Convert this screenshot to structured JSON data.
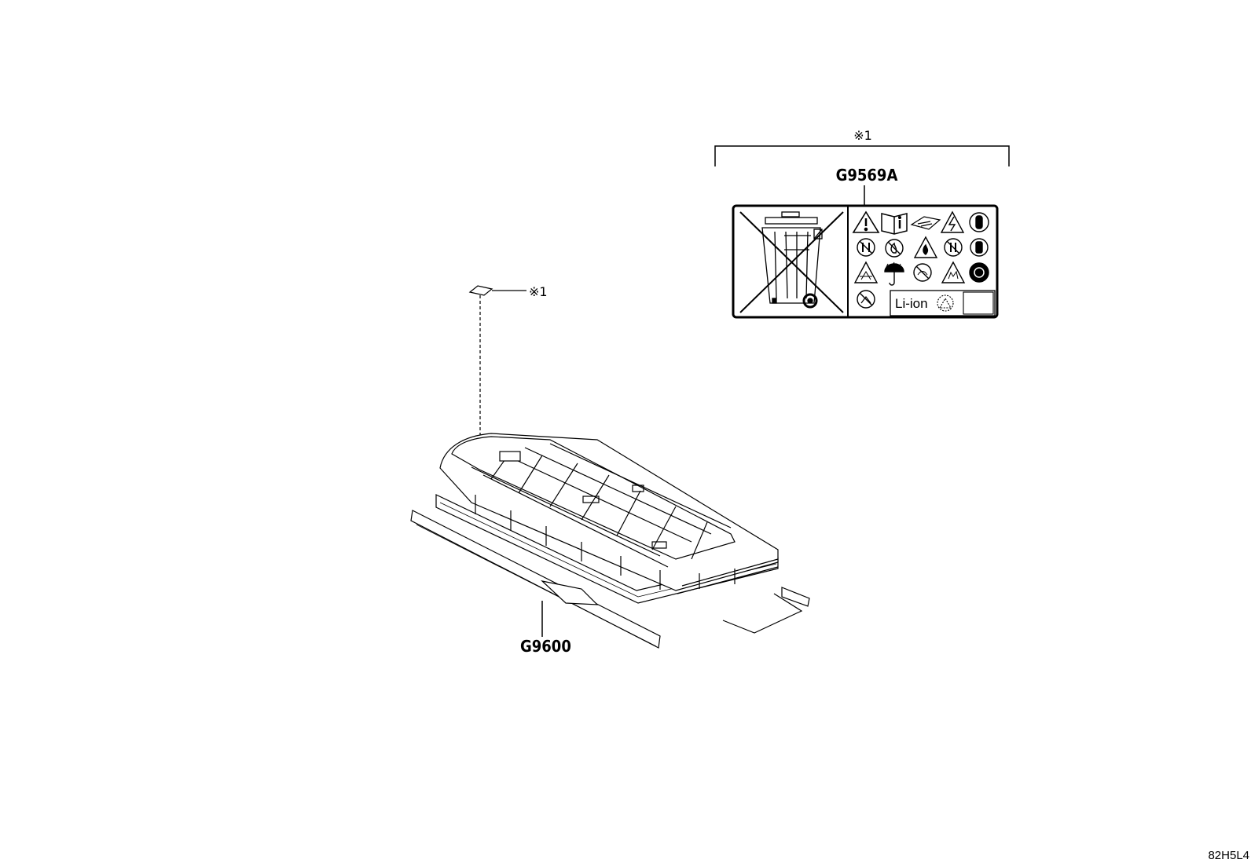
{
  "diagram": {
    "callout_top": "※1",
    "callout_label": "※1",
    "label_part": "G9569A",
    "battery_part": "G9600",
    "liion_text": "Li-ion",
    "drawing_code": "82H5L4"
  }
}
